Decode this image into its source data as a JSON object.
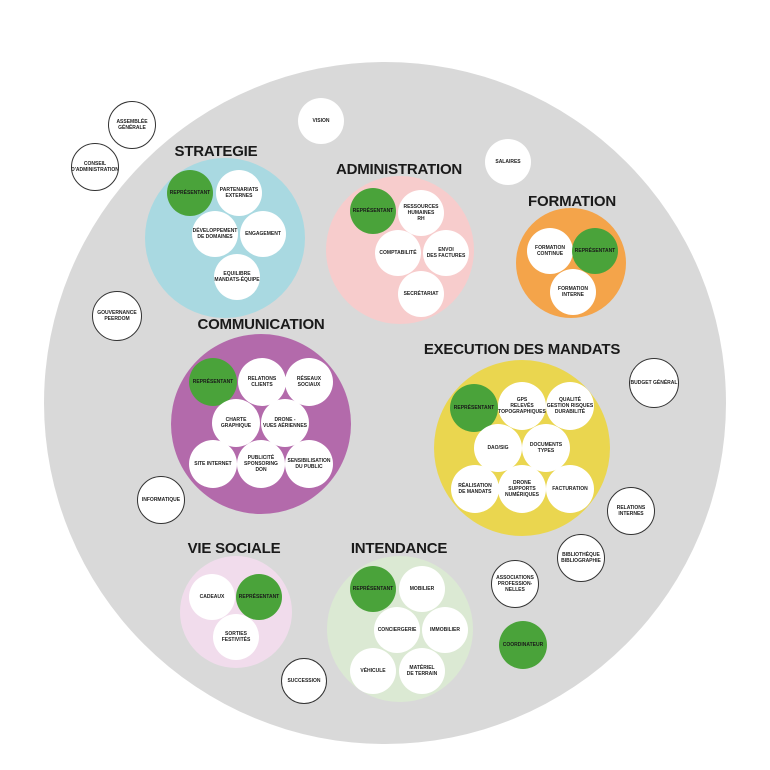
{
  "colors": {
    "background": "#d9d9d9",
    "strategie": "#a9d9e1",
    "administration": "#f7cccc",
    "formation": "#f4a44a",
    "communication": "#b36aab",
    "execution": "#ead64f",
    "vie_sociale": "#f1dcec",
    "intendance": "#dbe9d3",
    "representative": "#4aa33a",
    "bubble": "#ffffff"
  },
  "groups": {
    "strategie": {
      "title": "STRATEGIE",
      "items": [
        "REPRÉSENTANT",
        "PARTENARIATS\nEXTERNES",
        "DÉVELOPPEMENT\nDE DOMAINES",
        "ENGAGEMENT",
        "EQUILIBRE\nMANDATS-ÉQUIPE"
      ]
    },
    "administration": {
      "title": "ADMINISTRATION",
      "items": [
        "REPRÉSENTANT",
        "RESSOURCES\nHUMAINES\nRH",
        "COMPTABILITÉ",
        "ENVOI\nDES FACTURES",
        "SECRÉTARIAT"
      ]
    },
    "formation": {
      "title": "FORMATION",
      "items": [
        "FORMATION\nCONTINUE",
        "REPRÉSENTANT",
        "FORMATION\nINTERNE"
      ]
    },
    "communication": {
      "title": "COMMUNICATION",
      "items": [
        "REPRÉSENTANT",
        "RELATIONS\nCLIENTS",
        "RÉSEAUX SOCIAUX",
        "CHARTE\nGRAPHIQUE",
        "DRONE -\nVUES AÉRIENNES",
        "SITE INTERNET",
        "PUBLICITÉ\nSPONSORING\nDON",
        "SENSIBILISATION\nDU PUBLIC"
      ]
    },
    "execution": {
      "title": "EXECUTION DES MANDATS",
      "items": [
        "REPRÉSENTANT",
        "GPS\nRELEVÉS\nTOPOGRAPHIQUES",
        "QUALITÉ\nGESTION RISQUES\nDURABILITÉ",
        "DAO/SIG",
        "DOCUMENTS TYPES",
        "RÉALISATION\nDE MANDATS",
        "DRONE\nSUPPORTS\nNUMÉRIQUES",
        "FACTURATION"
      ]
    },
    "vie_sociale": {
      "title": "VIE SOCIALE",
      "items": [
        "CADEAUX",
        "REPRÉSENTANT",
        "SORTIES\nFESTIVITÉS"
      ]
    },
    "intendance": {
      "title": "INTENDANCE",
      "items": [
        "REPRÉSENTANT",
        "MOBILIER",
        "CONCIERGERIE",
        "IMMOBILIER",
        "VÉHICULE",
        "MATÉRIEL\nDE TERRAIN"
      ]
    }
  },
  "standalone": {
    "vision": "VISION",
    "salaires": "SALAIRES",
    "budget": "BUDGET GÉNÉRAL",
    "coordinateur": "COORDINATEUR",
    "succession": "SUCCESSION"
  },
  "external": {
    "assemblee": "ASSEMBLÉE\nGÉNÉRALE",
    "conseil": "CONSEIL\nD'ADMINISTRATION",
    "gouvernance": "GOUVERNANCE\nPEERDOM",
    "informatique": "INFORMATIQUE",
    "relations_internes": "RELATIONS\nINTERNES",
    "bibliotheque": "BIBLIOTHÈQUE\nBIBLIOGRAPHIE",
    "associations": "ASSOCIATIONS\nPROFESSION-\nNELLES"
  }
}
